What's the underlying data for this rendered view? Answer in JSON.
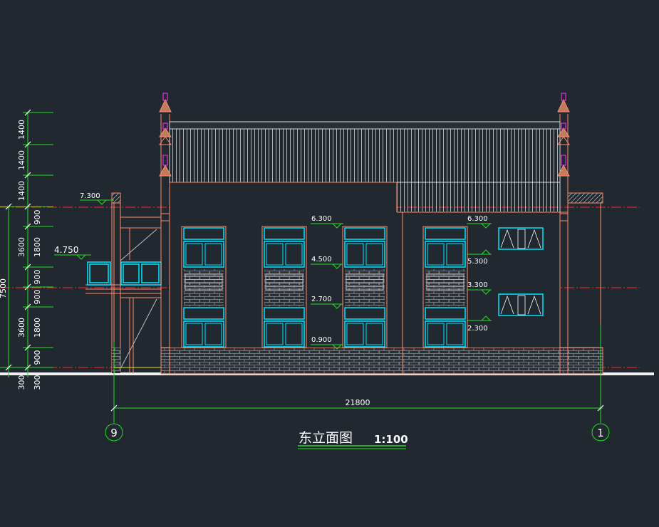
{
  "drawing": {
    "title": "东立面图",
    "scale": "1:100",
    "overall_width": "21800",
    "grid_left": "9",
    "grid_right": "1"
  },
  "vertical_dims": {
    "segments": [
      "1400",
      "1400",
      "1400",
      "900",
      "3600",
      "1800",
      "900",
      "900",
      "3600",
      "1800",
      "900",
      "300",
      "300"
    ],
    "total": "7500"
  },
  "levels": {
    "roof_parapet": "7.300",
    "left_balcony": "4.750",
    "upper_sill": "6.300",
    "upper_sill_right": "6.300",
    "floor2_top": "4.500",
    "floor1_top": "2.700",
    "floor1_sill": "0.900",
    "right_upper_sill": "5.300",
    "right_lower_top": "3.300",
    "right_lower_sill": "2.300"
  },
  "colors": {
    "background": "#212830",
    "outline": "#ff8c6e",
    "window": "#00e5ff",
    "dimension": "#22e022",
    "axis": "#ff2a2a",
    "ornament": "#ff33ff",
    "text": "#ffffff"
  }
}
